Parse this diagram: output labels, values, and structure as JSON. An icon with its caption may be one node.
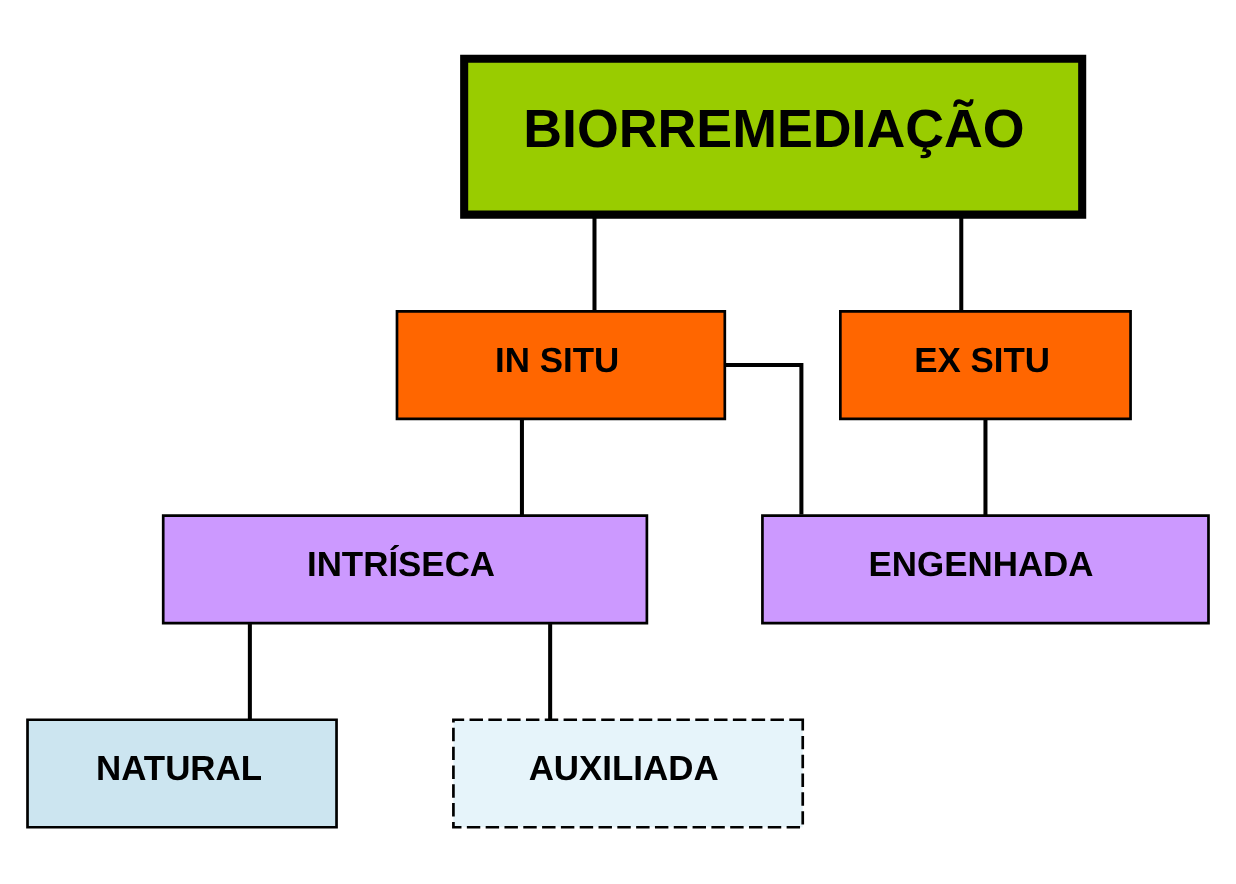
{
  "diagram": {
    "nodes": [
      {
        "text": [
          "BIORREMEDIAÇÃO"
        ]
      },
      {
        "text": [
          "IN SITU"
        ]
      },
      {
        "text": [
          "EX SITU"
        ]
      },
      {
        "text": [
          "INTRÍSECA"
        ]
      },
      {
        "text": [
          "ENGENHADA"
        ]
      },
      {
        "text": [
          "NATURAL"
        ]
      },
      {
        "text": [
          "AUXILIADA"
        ]
      }
    ],
    "edges": [
      {
        "from": 0,
        "to": 1,
        "arrow": "none"
      },
      {
        "from": 0,
        "to": 2,
        "arrow": "none"
      },
      {
        "from": 1,
        "to": 3,
        "arrow": "none"
      },
      {
        "from": 1,
        "to": 4,
        "arrow": "none"
      },
      {
        "from": 2,
        "to": 4,
        "arrow": "none"
      },
      {
        "from": 3,
        "to": 5,
        "arrow": "none"
      },
      {
        "from": 3,
        "to": 6,
        "arrow": "none"
      }
    ]
  }
}
